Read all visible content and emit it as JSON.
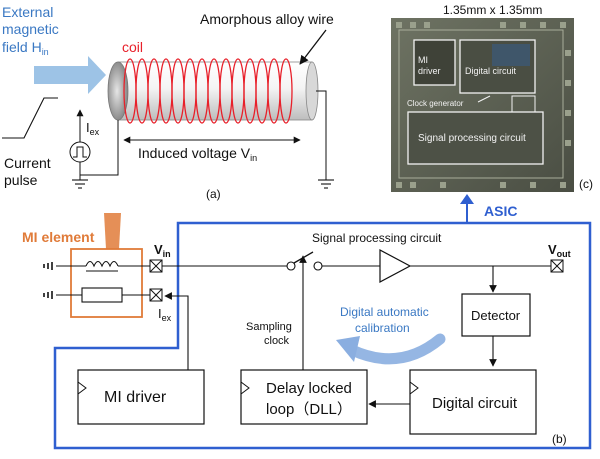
{
  "panel_a": {
    "field_line1": "External",
    "field_line2": "magnetic",
    "field_line3": "field H",
    "field_sub": "in",
    "wire_label": "Amorphous alloy wire",
    "coil_label": "coil",
    "iex_main": "I",
    "iex_sub": "ex",
    "pulse_line1": "Current",
    "pulse_line2": "pulse",
    "induced_main": "Induced voltage V",
    "induced_sub": "in",
    "tag": "(a)"
  },
  "panel_c": {
    "dimension": "1.35mm x 1.35mm",
    "mi_driver_line1": "MI",
    "mi_driver_line2": "driver",
    "digital_circuit": "Digital circuit",
    "clock_generator": "Clock generator",
    "signal_processing": "Signal processing circuit",
    "tag": "(c)"
  },
  "panel_b": {
    "asic_label": "ASIC",
    "mi_element": "MI element",
    "vin_main": "V",
    "vin_sub": "in",
    "iex_main": "I",
    "iex_sub": "ex",
    "spc_label": "Signal processing circuit",
    "vout_main": "V",
    "vout_sub": "out",
    "dac_line1": "Digital automatic",
    "dac_line2": "calibration",
    "detector": "Detector",
    "sampling_line1": "Sampling",
    "sampling_line2": "clock",
    "mi_driver": "MI driver",
    "dll_line1": "Delay locked",
    "dll_line2": "loop（DLL）",
    "digital_circuit": "Digital circuit",
    "tag": "(b)"
  },
  "colors": {
    "field_arrow": "#9dc3e6",
    "coil": "#e8202a",
    "asic_border": "#2f5fd0",
    "mi_element": "#e07b39",
    "calibration_arrow": "#8aaee0",
    "chip_bg": "#5a5f52"
  }
}
